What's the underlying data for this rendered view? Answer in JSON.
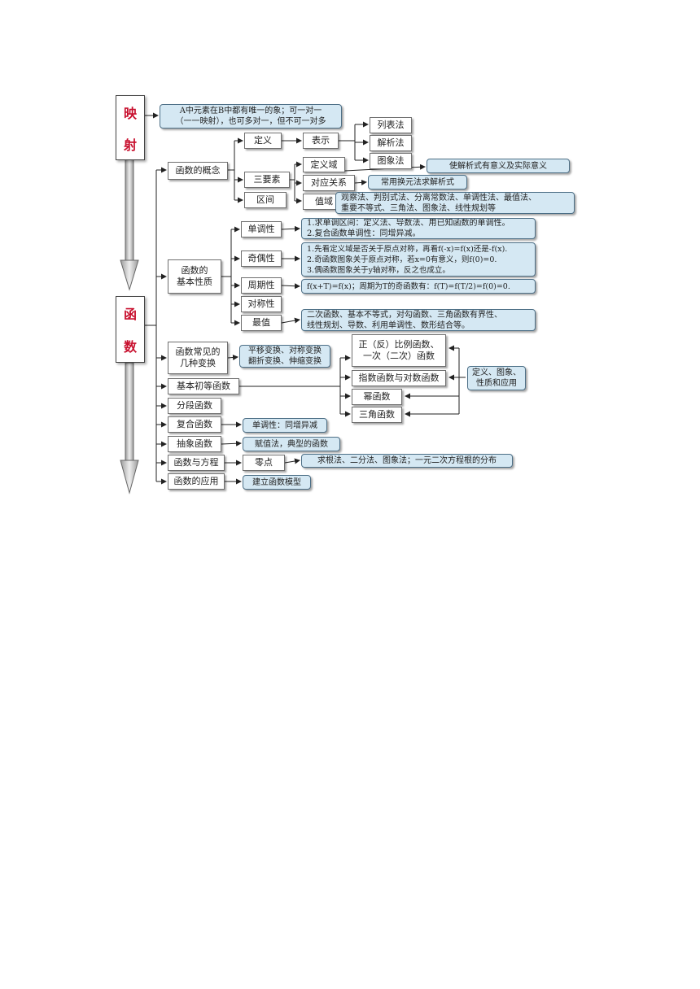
{
  "left_column": {
    "top_char_1": "映",
    "top_char_2": "射",
    "mid_char_1": "函",
    "mid_char_2": "数"
  },
  "mapping_note": {
    "line1": "A中元素在B中都有唯一的象；可一对一",
    "line2": "（一一映射），也可多对一，但不可一对多"
  },
  "concept": {
    "title": "函数的概念",
    "definition": "定义",
    "representation": "表示",
    "methods": [
      "列表法",
      "解析法",
      "图象法"
    ],
    "three_elements": "三要素",
    "interval": "区间",
    "domain": "定义域",
    "domain_note": "使解析式有意义及实际意义",
    "correspondence": "对应关系",
    "correspondence_note": "常用换元法求解析式",
    "range": "值域",
    "range_note": {
      "line1": "观察法、判别式法、分离常数法、单调性法、最值法、",
      "line2": "重要不等式、三角法、图象法、线性规划等"
    }
  },
  "properties": {
    "title_line1": "函数的",
    "title_line2": "基本性质",
    "monotonicity": "单调性",
    "monotonicity_note": {
      "line1": "1.求单调区间：定义法、导数法、用已知函数的单调性。",
      "line2": "2.复合函数单调性：同增异减。"
    },
    "parity": "奇偶性",
    "parity_note": {
      "line1": "1.先看定义域是否关于原点对称，再看f(-x)=f(x)还是-f(x).",
      "line2": "2.奇函数图象关于原点对称，若x=0有意义，则f(0)=0.",
      "line3": "3.偶函数图象关于y轴对称，反之也成立。"
    },
    "periodicity": "周期性",
    "periodicity_note": "f(x+T)=f(x)；周期为T的奇函数有：f(T)=f(T/2)=f(0)=0.",
    "symmetry": "对称性",
    "extremum": "最值",
    "extremum_note": {
      "line1": "二次函数、基本不等式，对勾函数、三角函数有界性、",
      "line2": "线性规划、导数、利用单调性、数形结合等。"
    }
  },
  "transform": {
    "title_line1": "函数常见的",
    "title_line2": "几种变换",
    "note_line1": "平移变换、对称变换",
    "note_line2": "翻折变换、伸缩变换"
  },
  "elementary": {
    "title": "基本初等函数",
    "items": [
      {
        "line1": "正（反）比例函数、",
        "line2": "一次（二次）函数"
      },
      {
        "line1": "指数函数与对数函数"
      },
      {
        "line1": "幂函数"
      },
      {
        "line1": "三角函数"
      }
    ],
    "side_note": {
      "line1": "定义、图象、",
      "line2": "性质和应用"
    }
  },
  "piecewise": {
    "title": "分段函数"
  },
  "composite": {
    "title": "复合函数",
    "note": "单调性：同增异减"
  },
  "abstract": {
    "title": "抽象函数",
    "note": "赋值法，典型的函数"
  },
  "equation": {
    "title": "函数与方程",
    "zero": "零点",
    "note": "求根法、二分法、图象法；一元二次方程根的分布"
  },
  "application": {
    "title": "函数的应用",
    "note": "建立函数模型"
  },
  "colors": {
    "accent_red": "#c8102e",
    "note_fill": "#d5e8f3",
    "note_border": "#4d6f86",
    "arrow_fill": "#cfcfcf"
  }
}
